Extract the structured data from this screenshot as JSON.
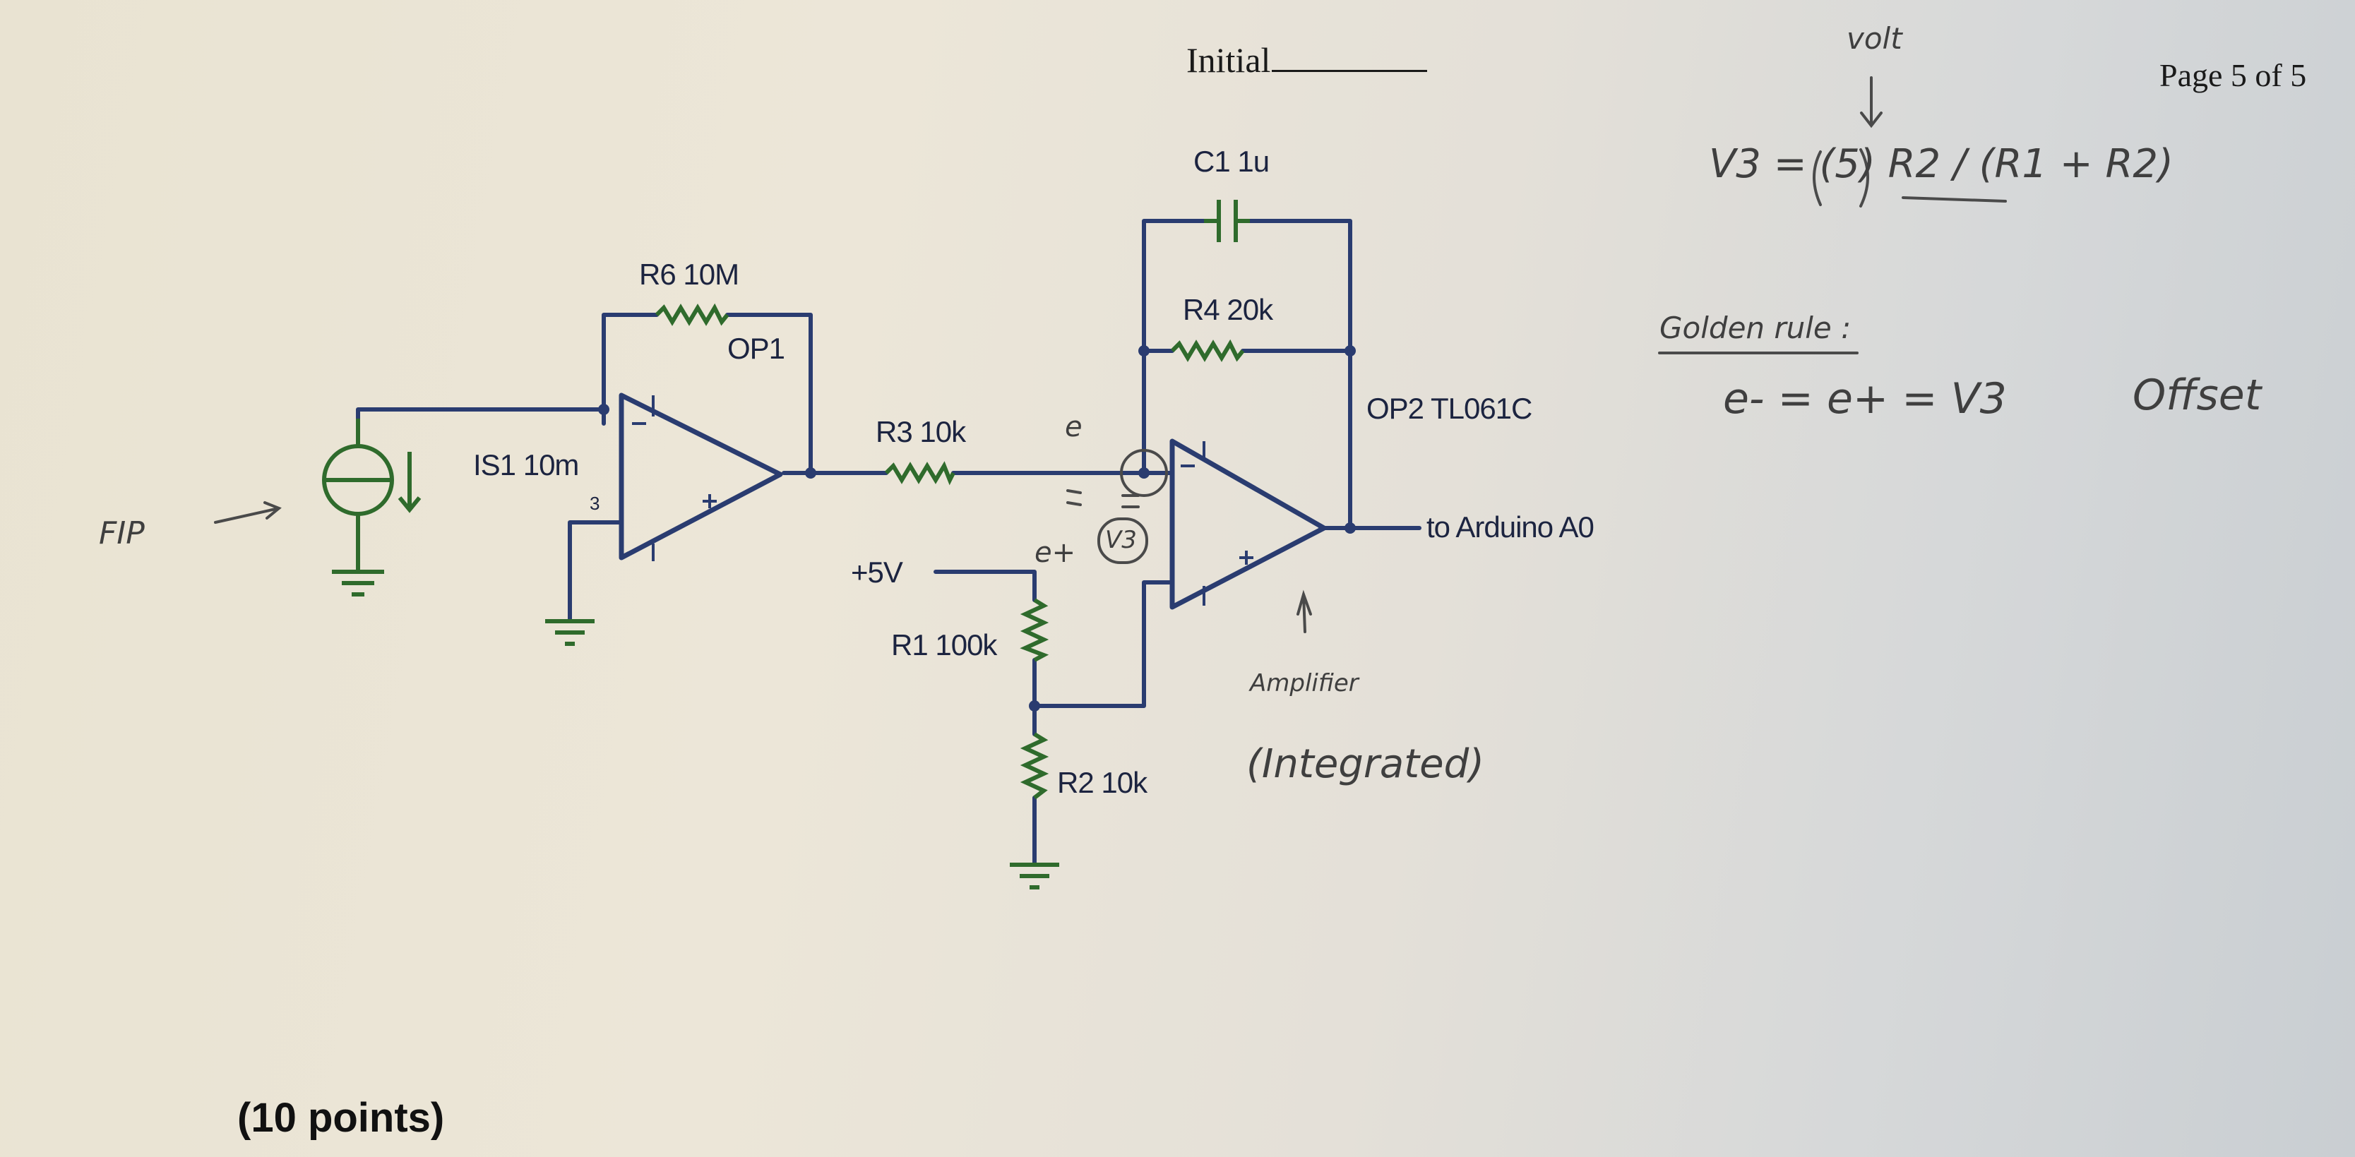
{
  "header": {
    "initial_label": "Initial",
    "page_label": "Page 5 of 5"
  },
  "footer": {
    "points": "(10 points)"
  },
  "components": {
    "r6": "R6 10M",
    "op1": "OP1",
    "is1": "IS1 10m",
    "op1_pin3": "3",
    "r3": "R3 10k",
    "c1": "C1 1u",
    "r4": "R4 20k",
    "op2": "OP2 TL061C",
    "output": "to Arduino A0",
    "supply": "+5V",
    "r1": "R1 100k",
    "r2": "R2 10k"
  },
  "handwriting": {
    "fip": "FIP",
    "e_minus": "e",
    "e_plus": "e+",
    "v3_circle": "V3",
    "amplifier": "Amplifier",
    "integrated": "(Integrated)",
    "volt": "volt",
    "equation": "V3 = (5) R2 / (R1 + R2)",
    "golden_rule": "Golden rule :",
    "rule_eq": "e- = e+ = V3",
    "offset": "Offset"
  },
  "colors": {
    "wire": "#2a3c70",
    "component": "#2f6b2c",
    "ink": "#3f3f3f"
  }
}
